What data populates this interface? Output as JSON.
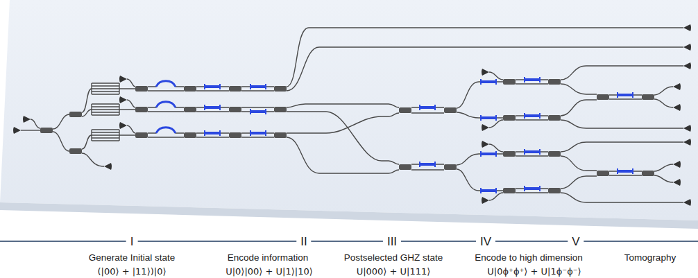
{
  "diagram": {
    "labels": [
      "I",
      "II",
      "III",
      "IV",
      "V",
      "Generate Initial state",
      "Encode information",
      "Postselected GHZ state",
      "Encode to high dimension",
      "Tomography",
      "(|00⟩ + |11⟩)|0⟩",
      "U|0⟩|00⟩ + U|1⟩|10⟩",
      "U|000⟩ + U|111⟩",
      "U|0ϕ⁺ϕ⁺⟩ + U|1ϕ⁻ϕ⁻⟩"
    ]
  }
}
